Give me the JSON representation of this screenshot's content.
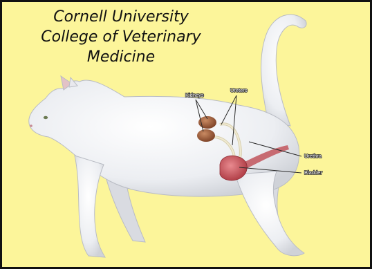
{
  "title_lines": [
    "Cornell University",
    "College of Veterinary",
    "Medicine"
  ],
  "labels": {
    "kidneys": "Kidneys",
    "ureters": "Ureters",
    "urethra": "Urethra",
    "bladder": "Bladder"
  },
  "colors": {
    "background": "#fcf59a",
    "border": "#111111",
    "cat_fill": "#f1f1f4",
    "kidney": "#9a5a3a",
    "bladder": "#c24a52",
    "ureter": "#e8e0c0"
  }
}
